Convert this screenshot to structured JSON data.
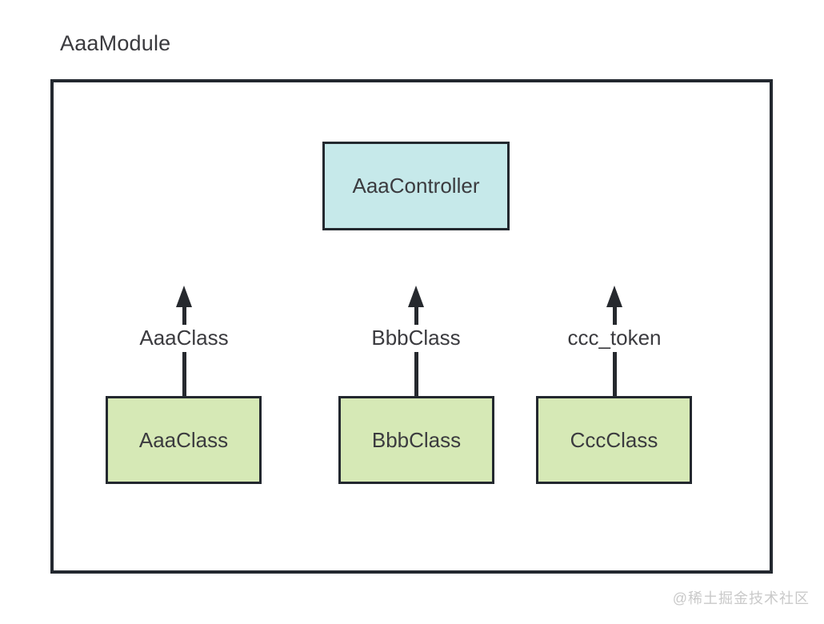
{
  "diagram": {
    "module_label": "AaaModule",
    "controller": {
      "label": "AaaController"
    },
    "providers": [
      {
        "box_label": "AaaClass",
        "arrow_label": "AaaClass"
      },
      {
        "box_label": "BbbClass",
        "arrow_label": "BbbClass"
      },
      {
        "box_label": "CccClass",
        "arrow_label": "ccc_token"
      }
    ],
    "icons": {
      "arrow_up": "css-triangle-up"
    },
    "colors": {
      "border": "#23282f",
      "arrow": "#26292e",
      "controller_fill": "#c6e9ea",
      "provider_fill": "#d6e9b6",
      "text": "#3b3b3f",
      "title_text": "#3a3a3e",
      "watermark_text": "#c9c9c9",
      "background": "#ffffff"
    }
  },
  "watermark": "@稀土掘金技术社区"
}
